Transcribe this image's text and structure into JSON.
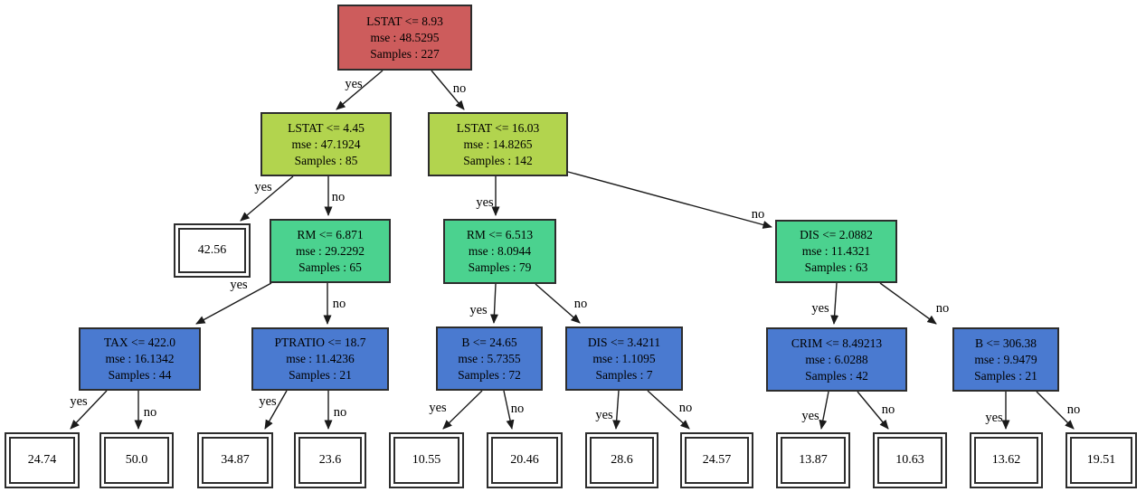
{
  "figure": {
    "kind": "decision-tree-regression",
    "colors": {
      "depth0_root": "#cd5c5c",
      "depth1": "#b2d44e",
      "depth2": "#4bd28f",
      "depth3": "#4a7ad0",
      "leaf_background": "#ffffff",
      "node_border": "#2d2d2d",
      "edge_line": "#1a1a1a",
      "text": "#000000"
    }
  },
  "nodes": [
    {
      "condition": "LSTAT <= 8.93",
      "mse": "mse : 48.5295",
      "samples": "Samples : 227"
    },
    {
      "condition": "LSTAT <= 4.45",
      "mse": "mse : 47.1924",
      "samples": "Samples : 85"
    },
    {
      "condition": "LSTAT <= 16.03",
      "mse": "mse : 14.8265",
      "samples": "Samples : 142"
    },
    {
      "condition": "RM <= 6.871",
      "mse": "mse : 29.2292",
      "samples": "Samples : 65"
    },
    {
      "condition": "RM <= 6.513",
      "mse": "mse : 8.0944",
      "samples": "Samples : 79"
    },
    {
      "condition": "DIS <= 2.0882",
      "mse": "mse : 11.4321",
      "samples": "Samples : 63"
    },
    {
      "condition": "TAX <= 422.0",
      "mse": "mse : 16.1342",
      "samples": "Samples : 44"
    },
    {
      "condition": "PTRATIO <= 18.7",
      "mse": "mse : 11.4236",
      "samples": "Samples : 21"
    },
    {
      "condition": "B <= 24.65",
      "mse": "mse : 5.7355",
      "samples": "Samples : 72"
    },
    {
      "condition": "DIS <= 3.4211",
      "mse": "mse : 1.1095",
      "samples": "Samples : 7"
    },
    {
      "condition": "CRIM <= 8.49213",
      "mse": "mse : 6.0288",
      "samples": "Samples : 42"
    },
    {
      "condition": "B <= 306.38",
      "mse": "mse : 9.9479",
      "samples": "Samples : 21"
    }
  ],
  "leaves": [
    {
      "value": "42.56"
    },
    {
      "value": "24.74"
    },
    {
      "value": "50.0"
    },
    {
      "value": "34.87"
    },
    {
      "value": "23.6"
    },
    {
      "value": "10.55"
    },
    {
      "value": "20.46"
    },
    {
      "value": "28.6"
    },
    {
      "value": "24.57"
    },
    {
      "value": "13.87"
    },
    {
      "value": "10.63"
    },
    {
      "value": "13.62"
    },
    {
      "value": "19.51"
    }
  ],
  "edges": [
    {
      "from": "LSTAT <= 8.93",
      "to": "LSTAT <= 4.45",
      "label": "yes"
    },
    {
      "from": "LSTAT <= 8.93",
      "to": "LSTAT <= 16.03",
      "label": "no"
    },
    {
      "from": "LSTAT <= 4.45",
      "to": "42.56",
      "label": "yes"
    },
    {
      "from": "LSTAT <= 4.45",
      "to": "RM <= 6.871",
      "label": "no"
    },
    {
      "from": "LSTAT <= 16.03",
      "to": "RM <= 6.513",
      "label": "yes"
    },
    {
      "from": "LSTAT <= 16.03",
      "to": "DIS <= 2.0882",
      "label": "no"
    },
    {
      "from": "RM <= 6.871",
      "to": "TAX <= 422.0",
      "label": "yes"
    },
    {
      "from": "RM <= 6.871",
      "to": "PTRATIO <= 18.7",
      "label": "no"
    },
    {
      "from": "RM <= 6.513",
      "to": "B <= 24.65",
      "label": "yes"
    },
    {
      "from": "RM <= 6.513",
      "to": "DIS <= 3.4211",
      "label": "no"
    },
    {
      "from": "DIS <= 2.0882",
      "to": "CRIM <= 8.49213",
      "label": "yes"
    },
    {
      "from": "DIS <= 2.0882",
      "to": "B <= 306.38",
      "label": "no"
    },
    {
      "from": "TAX <= 422.0",
      "to": "24.74",
      "label": "yes"
    },
    {
      "from": "TAX <= 422.0",
      "to": "50.0",
      "label": "no"
    },
    {
      "from": "PTRATIO <= 18.7",
      "to": "34.87",
      "label": "yes"
    },
    {
      "from": "PTRATIO <= 18.7",
      "to": "23.6",
      "label": "no"
    },
    {
      "from": "B <= 24.65",
      "to": "10.55",
      "label": "yes"
    },
    {
      "from": "B <= 24.65",
      "to": "20.46",
      "label": "no"
    },
    {
      "from": "DIS <= 3.4211",
      "to": "28.6",
      "label": "yes"
    },
    {
      "from": "DIS <= 3.4211",
      "to": "24.57",
      "label": "no"
    },
    {
      "from": "CRIM <= 8.49213",
      "to": "13.87",
      "label": "yes"
    },
    {
      "from": "CRIM <= 8.49213",
      "to": "10.63",
      "label": "no"
    },
    {
      "from": "B <= 306.38",
      "to": "13.62",
      "label": "yes"
    },
    {
      "from": "B <= 306.38",
      "to": "19.51",
      "label": "no"
    }
  ]
}
